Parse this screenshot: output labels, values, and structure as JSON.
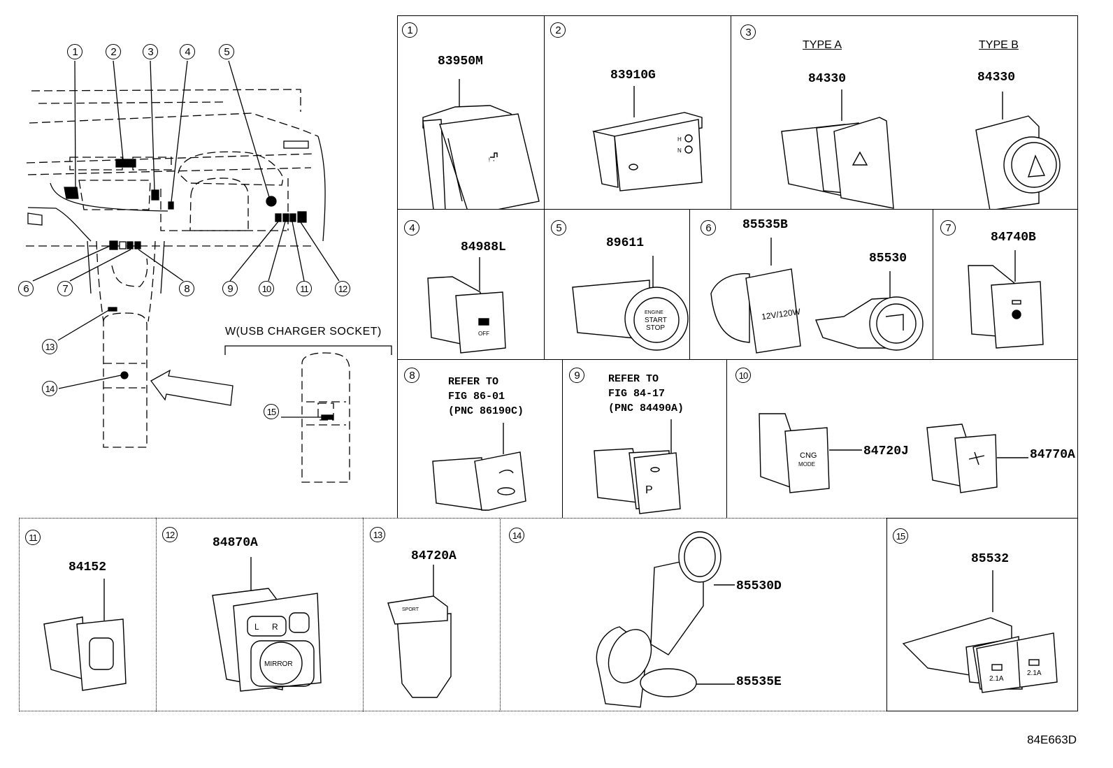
{
  "figure_id": "84E663D",
  "overview": {
    "view_label": "W(USB CHARGER SOCKET)",
    "callouts": [
      "1",
      "2",
      "3",
      "4",
      "5",
      "6",
      "7",
      "8",
      "9",
      "10",
      "11",
      "12",
      "13",
      "14",
      "15"
    ]
  },
  "panels": [
    {
      "index": "1",
      "parts": [
        {
          "pnc": "83950M"
        }
      ]
    },
    {
      "index": "2",
      "parts": [
        {
          "pnc": "83910G",
          "labels": [
            "H",
            "N"
          ]
        }
      ]
    },
    {
      "index": "3",
      "types": [
        {
          "label": "TYPE A",
          "pnc": "84330"
        },
        {
          "label": "TYPE B",
          "pnc": "84330"
        }
      ]
    },
    {
      "index": "4",
      "parts": [
        {
          "pnc": "84988L",
          "face_text": "OFF"
        }
      ]
    },
    {
      "index": "5",
      "parts": [
        {
          "pnc": "89611",
          "face_text": [
            "ENGINE",
            "START",
            "STOP"
          ]
        }
      ]
    },
    {
      "index": "6",
      "parts": [
        {
          "pnc": "85535B",
          "face_text": "12V/120W"
        },
        {
          "pnc": "85530"
        }
      ]
    },
    {
      "index": "7",
      "parts": [
        {
          "pnc": "84740B"
        }
      ]
    },
    {
      "index": "8",
      "refer": [
        "REFER TO",
        "FIG 86-01",
        "(PNC 86190C)"
      ]
    },
    {
      "index": "9",
      "refer": [
        "REFER TO",
        "FIG 84-17",
        "(PNC 84490A)"
      ],
      "face_text": "P"
    },
    {
      "index": "10",
      "parts": [
        {
          "pnc": "84720J",
          "face_text": [
            "CNG",
            "MODE"
          ]
        },
        {
          "pnc": "84770A"
        }
      ]
    },
    {
      "index": "11",
      "parts": [
        {
          "pnc": "84152"
        }
      ]
    },
    {
      "index": "12",
      "parts": [
        {
          "pnc": "84870A",
          "face_text": [
            "L",
            "R",
            "MIRROR"
          ]
        }
      ]
    },
    {
      "index": "13",
      "parts": [
        {
          "pnc": "84720A",
          "face_text": "SPORT"
        }
      ]
    },
    {
      "index": "14",
      "parts": [
        {
          "pnc": "85530D"
        },
        {
          "pnc": "85535E"
        }
      ]
    },
    {
      "index": "15",
      "parts": [
        {
          "pnc": "85532",
          "face_text": [
            "2.1A",
            "2.1A"
          ]
        }
      ]
    }
  ]
}
